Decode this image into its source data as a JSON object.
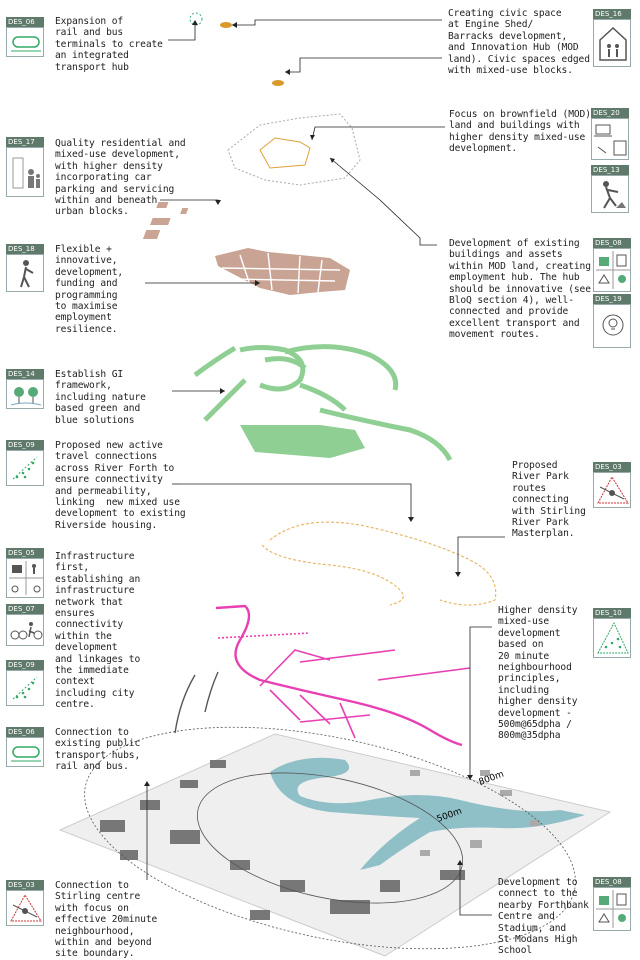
{
  "notes": {
    "n_left_1": "Expansion of\nrail and bus\nterminals to create\nan integrated\ntransport hub",
    "n_left_2": "Quality residential and\nmixed-use development,\nwith higher density\nincorporating car\nparking and servicing\nwithin and beneath\nurban blocks.",
    "n_left_3": "Flexible +\ninnovative,\ndevelopment,\nfunding and\nprogramming\nto maximise\nemployment\nresilience.",
    "n_left_4": "Establish GI\nframework,\nincluding nature\nbased green and\nblue solutions",
    "n_left_5": "Proposed new active\ntravel connections\nacross River Forth to\nensure connectivity\nand permeability,\nlinking  new mixed use\ndevelopment to existing\nRiverside housing.",
    "n_left_6": "Infrastructure\nfirst,\nestablishing an\ninfrastructure\nnetwork that\nensures\nconnectivity\nwithin the\ndevelopment\nand linkages to\nthe immediate\ncontext\nincluding city\ncentre.",
    "n_left_7": "Connection to\nexisting public\ntransport hubs,\nrail and bus.",
    "n_left_8": "Connection to\nStirling centre\nwith focus on\neffective 20minute\nneighbourhood,\nwithin and beyond\nsite boundary.",
    "n_right_1": "Creating civic space\nat Engine Shed/\nBarracks development,\nand Innovation Hub (MOD\nland). Civic spaces edged\nwith mixed-use blocks.",
    "n_right_2": "Focus on brownfield (MOD)\nland and buildings with\nhigher density mixed-use\ndevelopment.",
    "n_right_3": "Development of existing\nbuildings and assets\nwithin MOD land, creating\nemployment hub. The hub\nshould be innovative (see\nBloQ section 4), well-\nconnected and provide\nexcellent transport and\nmovement routes.",
    "n_right_4": "Proposed\nRiver Park\nroutes\nconnecting\nwith Stirling\nRiver Park\nMasterplan.",
    "n_right_5": "Higher density\nmixed-use\ndevelopment\nbased on\n20 minute\nneighbourhood\nprinciples,\nincluding\nhigher density\ndevelopment -\n500m@65dpha /\n800m@35dpha",
    "n_right_6": "Development to\nconnect to the\nnearby Forthbank\nCentre and\nStadium, and\nSt Modans High\nSchool"
  },
  "badges": {
    "b_des06_a": "DES_06",
    "b_des17": "DES_17",
    "b_des18": "DES_18",
    "b_des14": "DES_14",
    "b_des09_a": "DES_09",
    "b_des05": "DES_05",
    "b_des07": "DES_07",
    "b_des09_b": "DES_09",
    "b_des06_b": "DES_06",
    "b_des03_a": "DES_03",
    "b_des16": "DES_16",
    "b_des20": "DES_20",
    "b_des13": "DES_13",
    "b_des08_a": "DES_08",
    "b_des19": "DES_19",
    "b_des03_b": "DES_03",
    "b_des10": "DES_10",
    "b_des08_b": "DES_08"
  },
  "map_labels": {
    "radius_500": "500m",
    "radius_800": "800m"
  },
  "colors": {
    "badge_header": "#5f7a6a",
    "civic": "#d99a2b",
    "buildings": "#c9a494",
    "green": "#8fcf93",
    "river_park": "#e8b86a",
    "active_travel": "#e83fb3",
    "river": "#8fbfc7"
  }
}
